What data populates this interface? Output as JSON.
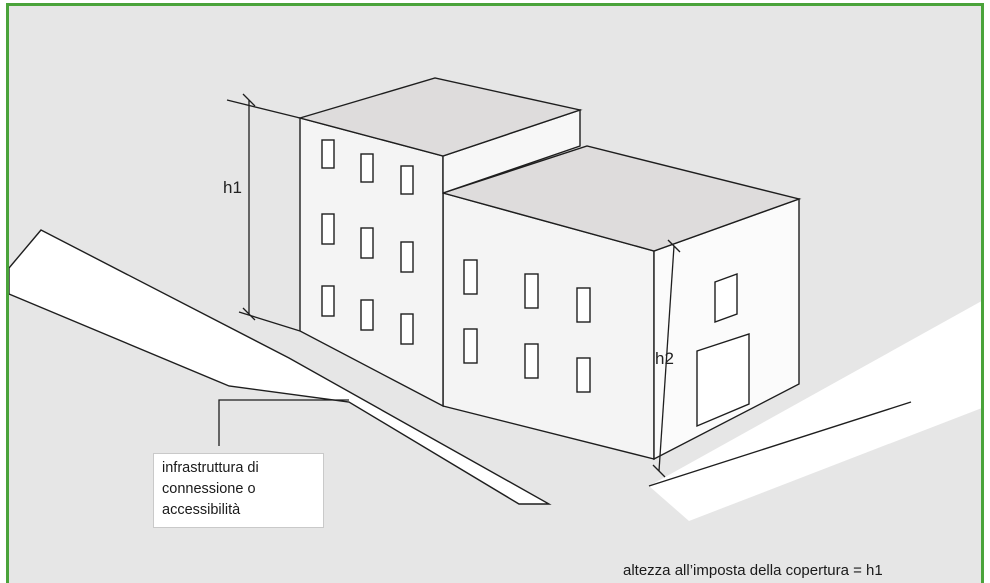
{
  "labels": {
    "h1": "h1",
    "h2": "h2"
  },
  "callout": {
    "lines": [
      "infrastruttura di",
      "connessione o",
      "accessibilità"
    ]
  },
  "footnote": "altezza all’imposta della copertura = h1",
  "colors": {
    "frame_border": "#4aa33a",
    "background": "#e6e6e6",
    "road": "#ffffff",
    "wall_front": "#f4f4f4",
    "wall_side": "#fbfbfb",
    "roof": "#dedcdc",
    "line": "#1e1e1e"
  }
}
